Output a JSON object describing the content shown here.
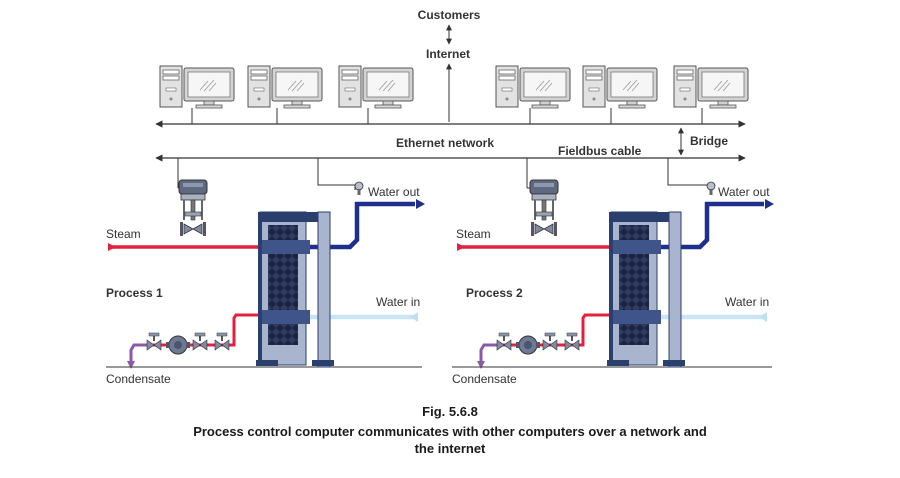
{
  "labels": {
    "customers": "Customers",
    "internet": "Internet",
    "ethernet": "Ethernet network",
    "bridge": "Bridge",
    "fieldbus": "Fieldbus cable"
  },
  "process1": {
    "steam": "Steam",
    "process": "Process 1",
    "water_out": "Water out",
    "water_in": "Water in",
    "condensate": "Condensate"
  },
  "process2": {
    "steam": "Steam",
    "process": "Process 2",
    "water_out": "Water out",
    "water_in": "Water in",
    "condensate": "Condensate"
  },
  "caption": {
    "fig": "Fig. 5.6.8",
    "line1": "Process control computer communicates with other computers over a network and",
    "line2": "the internet"
  },
  "colors": {
    "line": "#333333",
    "steam": "#e4203f",
    "water_out": "#1f2f8c",
    "water_in": "#c9e6f7",
    "condensate": "#8a5aa8",
    "exchanger": "#2b3f6e",
    "exchanger_light": "#a9b4cf"
  },
  "icons": [
    "computer-icon",
    "control-valve-icon",
    "temperature-sensor-icon",
    "steam-trap-icon",
    "heat-exchanger-icon"
  ]
}
